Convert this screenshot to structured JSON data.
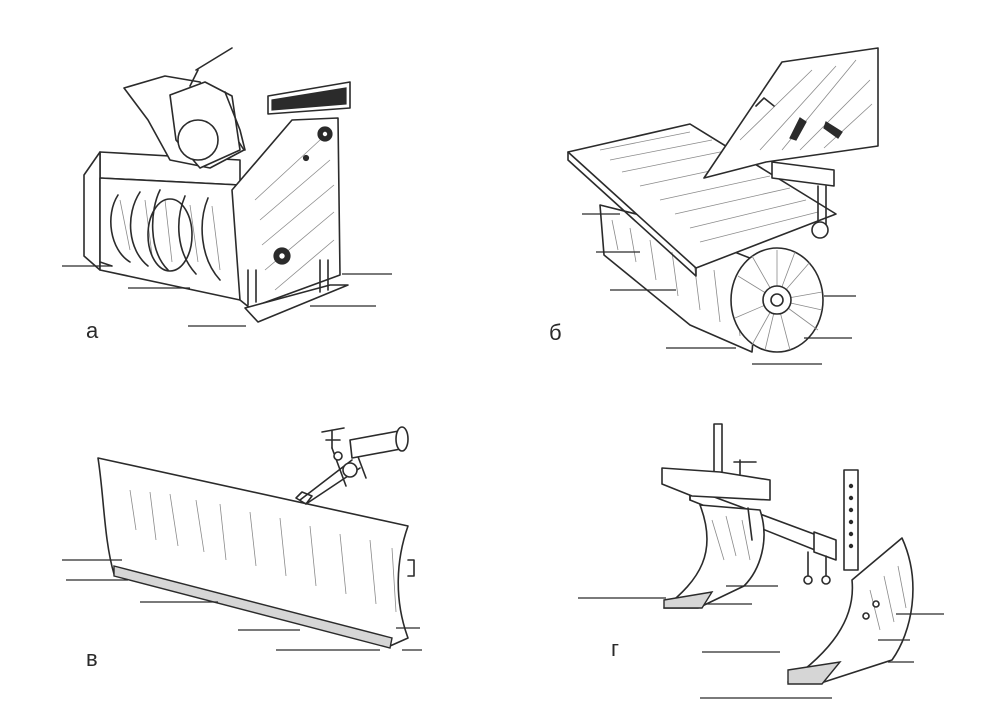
{
  "panels": {
    "a": {
      "label": "а",
      "subject": "snow-blower-attachment"
    },
    "b": {
      "label": "б",
      "subject": "rotary-brush-attachment"
    },
    "v": {
      "label": "в",
      "subject": "dozer-blade-attachment"
    },
    "g": {
      "label": "г",
      "subject": "hiller-plough-attachment"
    }
  },
  "colors": {
    "ink": "#2b2b2b",
    "background": "#ffffff",
    "shade": "#d6d6d6"
  }
}
